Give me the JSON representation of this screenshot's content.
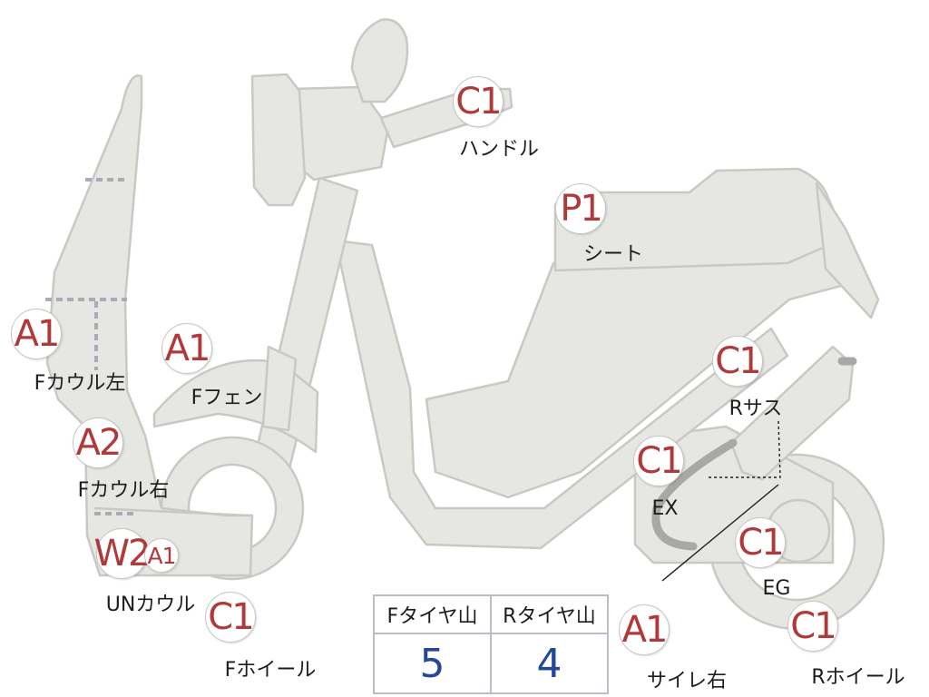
{
  "parts": [
    {
      "id": "handle",
      "code": "C1",
      "label": "ハンドル"
    },
    {
      "id": "seat",
      "code": "P1",
      "label": "シート"
    },
    {
      "id": "f-cowl-left",
      "code": "A1",
      "label": "Fカウル左"
    },
    {
      "id": "f-fender",
      "code": "A1",
      "label": "Fフェン"
    },
    {
      "id": "r-suspension",
      "code": "C1",
      "label": "Rサス"
    },
    {
      "id": "f-cowl-right",
      "code": "A2",
      "label": "Fカウル右"
    },
    {
      "id": "exhaust",
      "code": "C1",
      "label": "EX"
    },
    {
      "id": "un-cowl",
      "code": "W2",
      "code2": "A1",
      "label": "UNカウル"
    },
    {
      "id": "engine",
      "code": "C1",
      "label": "EG"
    },
    {
      "id": "f-wheel",
      "code": "C1",
      "label": "Fホイール"
    },
    {
      "id": "silencer-right",
      "code": "A1",
      "label": "サイレ右"
    },
    {
      "id": "r-wheel",
      "code": "C1",
      "label": "Rホイール"
    }
  ],
  "tire_table": {
    "headers": [
      "Fタイヤ山",
      "Rタイヤ山"
    ],
    "values": [
      "5",
      "4"
    ]
  },
  "colors": {
    "badge_text": "#b03a3a",
    "table_value": "#24479a",
    "part_fill": "#e6e6e2",
    "dash": "#a9acb6"
  }
}
